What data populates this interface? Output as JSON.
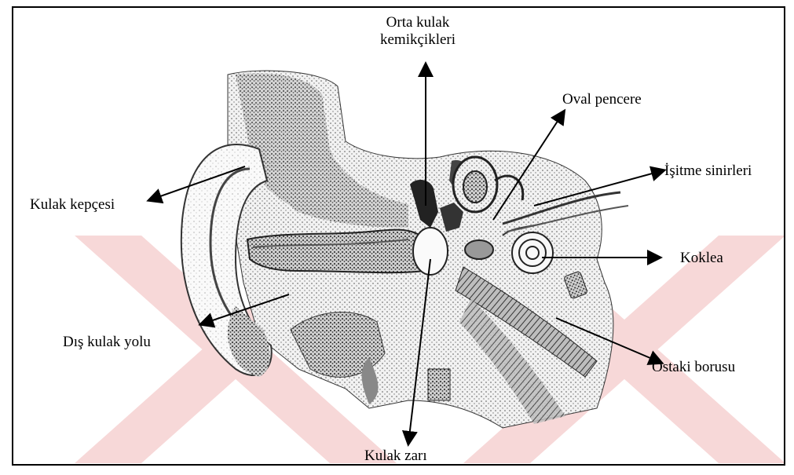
{
  "diagram": {
    "labels": {
      "middle_ear_bones": [
        "Orta kulak",
        "kemikçikleri"
      ],
      "oval_window": "Oval pencere",
      "auditory_nerves": "İşitme sinirleri",
      "pinna": "Kulak kepçesi",
      "cochlea": "Koklea",
      "ear_canal": "Dış kulak yolu",
      "eustachian_tube": "Östaki borusu",
      "eardrum": "Kulak zarı"
    },
    "watermark_color": "#f5c9c9",
    "line_color": "#000000"
  }
}
